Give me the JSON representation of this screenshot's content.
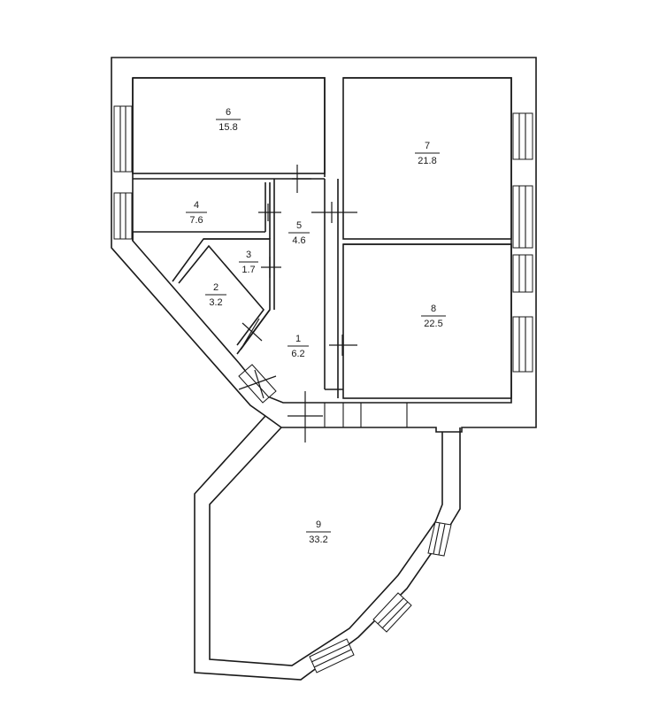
{
  "rooms": [
    {
      "number": "1",
      "area": "6.2"
    },
    {
      "number": "2",
      "area": "3.2"
    },
    {
      "number": "3",
      "area": "1.7"
    },
    {
      "number": "4",
      "area": "7.6"
    },
    {
      "number": "5",
      "area": "4.6"
    },
    {
      "number": "6",
      "area": "15.8"
    },
    {
      "number": "7",
      "area": "21.8"
    },
    {
      "number": "8",
      "area": "22.5"
    },
    {
      "number": "9",
      "area": "33.2"
    }
  ],
  "colors": {
    "line": "#1a1a1a",
    "background": "#ffffff"
  }
}
